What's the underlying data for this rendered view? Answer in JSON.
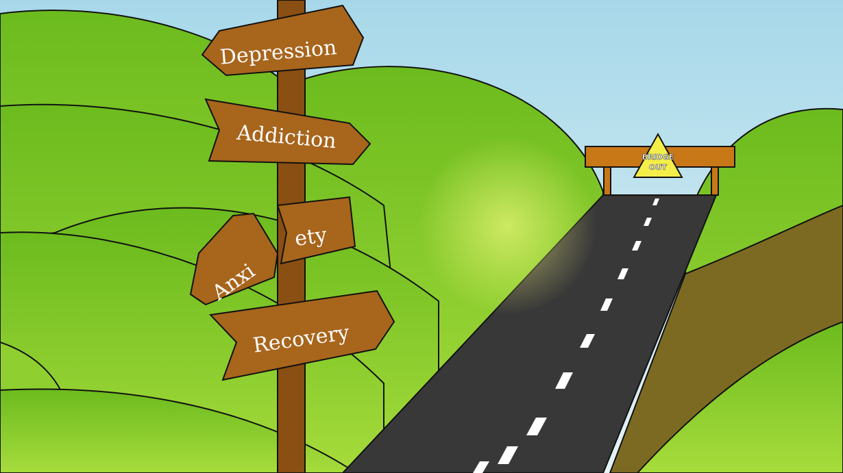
{
  "signs": {
    "depression": "Depression",
    "addiction": "Addiction",
    "anxi": "Anxi",
    "ety": "ety",
    "recovery": "Recovery"
  },
  "barrier": {
    "line1": "BRIDGE",
    "line2": "OUT"
  },
  "colors": {
    "sky": "#bfe3ee",
    "grass": "#7fc528",
    "wood": "#a8651c",
    "road": "#333333",
    "warning": "#f4ee4a"
  }
}
